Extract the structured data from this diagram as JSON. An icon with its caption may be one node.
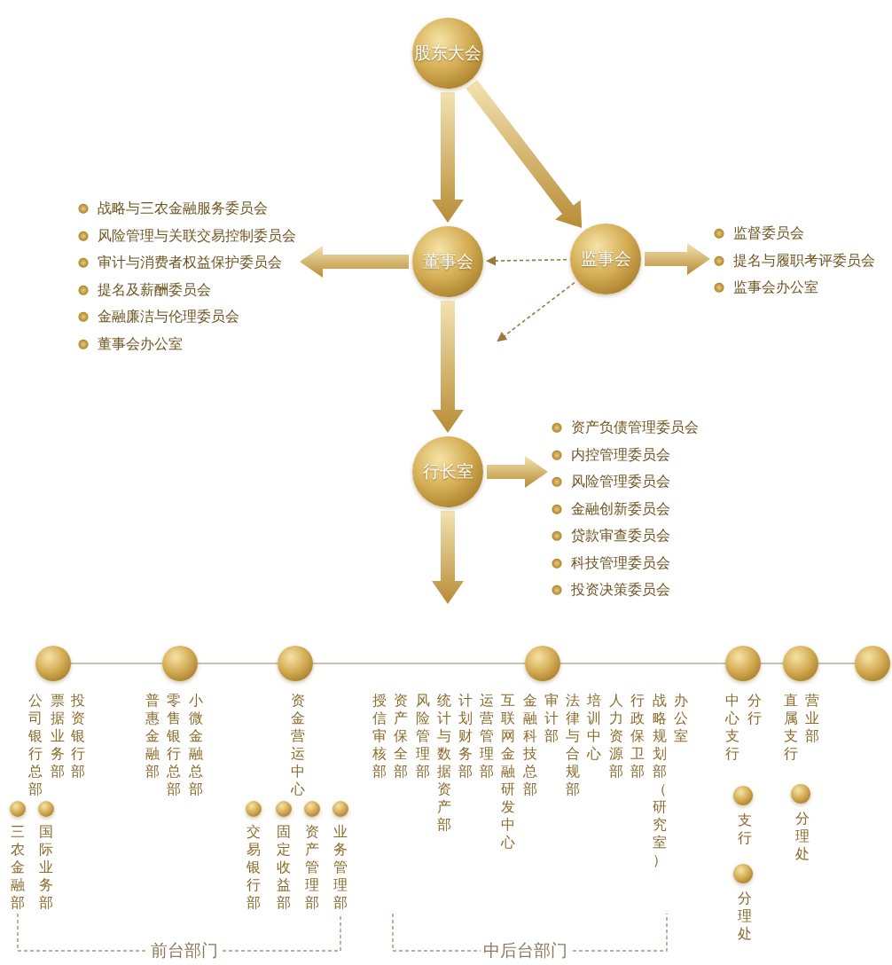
{
  "diagram": {
    "nodes": [
      {
        "text": [
          "股东大会"
        ]
      },
      {
        "text": [
          "董事会"
        ]
      },
      {
        "text": [
          "监事会"
        ]
      },
      {
        "text": [
          "行长室"
        ]
      },
      {
        "text": [
          "战略与三农金融服务委员会",
          "风险管理与关联交易控制委员会",
          "审计与消费者权益保护委员会",
          "提名及薪酬委员会",
          "金融廉洁与伦理委员会",
          "董事会办公室"
        ]
      },
      {
        "text": [
          "监督委员会",
          "提名与履职考评委员会",
          "监事会办公室"
        ]
      },
      {
        "text": [
          "资产负债管理委员会",
          "内控管理委员会",
          "风险管理委员会",
          "金融创新委员会",
          "贷款审查委员会",
          "科技管理委员会",
          "投资决策委员会"
        ]
      },
      {
        "text": [
          "公司银行总部",
          "票据业务部",
          "投资银行部"
        ]
      },
      {
        "text": [
          "三农金融部"
        ]
      },
      {
        "text": [
          "国际业务部"
        ]
      },
      {
        "text": [
          "普惠金融部",
          "零售银行总部",
          "小微金融总部"
        ]
      },
      {
        "text": [
          "资金营运中心"
        ]
      },
      {
        "text": [
          "交易银行部"
        ]
      },
      {
        "text": [
          "固定收益部"
        ]
      },
      {
        "text": [
          "资产管理部"
        ]
      },
      {
        "text": [
          "业务管理部"
        ]
      },
      {
        "text": [
          "授信审核部",
          "资产保全部",
          "风险管理部",
          "统计与数据资产部",
          "计划财务部",
          "运营管理部",
          "互联网金融研发中心",
          "金融科技总部",
          "审计部",
          "法律与合规部",
          "培训中心",
          "人力资源部",
          "行政保卫部",
          "战略规划部（研究室）",
          "办公室"
        ]
      },
      {
        "text": [
          "中心支行",
          "分行"
        ]
      },
      {
        "text": [
          "支行"
        ]
      },
      {
        "text": [
          "分理处"
        ]
      },
      {
        "text": [
          "直属支行",
          "营业部"
        ]
      },
      {
        "text": [
          "分理处"
        ]
      },
      {
        "text": [],
        "shape": "circle"
      }
    ],
    "edges": [
      {
        "from": 0,
        "to": 1,
        "arrow": "to",
        "style": "thick"
      },
      {
        "from": 0,
        "to": 2,
        "arrow": "to",
        "style": "thick"
      },
      {
        "from": 1,
        "to": 4,
        "arrow": "to",
        "style": "thick"
      },
      {
        "from": 2,
        "to": 1,
        "arrow": "to",
        "style": "dashed",
        "color": "#9a7a3a"
      },
      {
        "from": 2,
        "to": 5,
        "arrow": "to",
        "style": "thick"
      },
      {
        "from": 2,
        "to": null,
        "arrow": "to",
        "style": "dashed",
        "color": "#9a7a3a"
      },
      {
        "from": 1,
        "to": 3,
        "arrow": "to",
        "style": "thick"
      },
      {
        "from": 3,
        "to": 6,
        "arrow": "to",
        "style": "thick"
      },
      {
        "from": 3,
        "to": null,
        "arrow": "to",
        "style": "thick"
      },
      {
        "from": 7,
        "to": 10,
        "arrow": "none",
        "color": "#c8c2b4"
      },
      {
        "from": 10,
        "to": 11,
        "arrow": "none",
        "color": "#c8c2b4"
      },
      {
        "from": 11,
        "to": 16,
        "arrow": "none",
        "color": "#c8c2b4"
      },
      {
        "from": 16,
        "to": 17,
        "arrow": "none",
        "color": "#c8c2b4"
      },
      {
        "from": 17,
        "to": 20,
        "arrow": "none",
        "color": "#c8c2b4"
      },
      {
        "from": 20,
        "to": 22,
        "arrow": "none",
        "color": "#c8c2b4"
      }
    ],
    "labels": [
      "前台部门",
      "中后台部门"
    ]
  }
}
